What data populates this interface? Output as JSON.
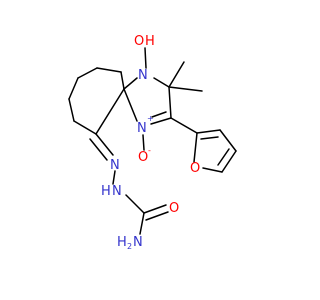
{
  "colors": {
    "bond": "#000000",
    "carbon": "#000000",
    "nitrogen": "#3333cc",
    "oxygen": "#ff0000",
    "background": "#ffffff"
  },
  "atoms": {
    "oh_o": "O",
    "oh_h": "H",
    "n1": "N",
    "n4": "N",
    "n4_charge": "+",
    "no_o": "O",
    "no_charge": "-",
    "furan_o": "O",
    "hydrazone_n": "N",
    "nh_n": "N",
    "nh_h": "H",
    "carbonyl_o": "O",
    "nh2_n": "N",
    "nh2_h": "H",
    "nh2_sub": "2"
  }
}
